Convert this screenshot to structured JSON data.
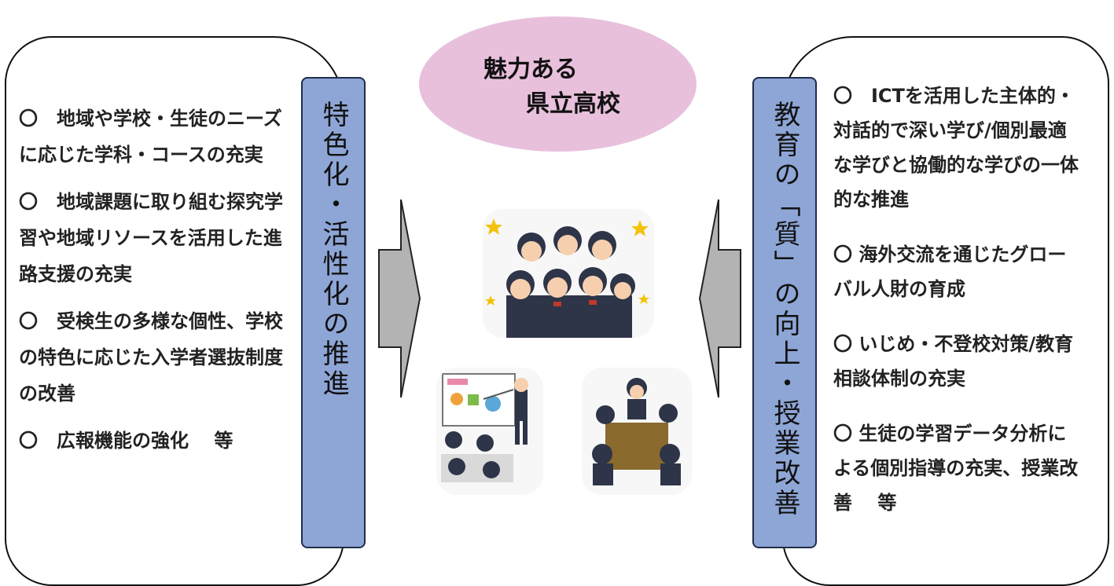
{
  "center": {
    "title_line1": "魅力ある",
    "title_line2": "県立高校"
  },
  "left": {
    "bar_label": "特色化・活性化の推進",
    "items": [
      "〇　地域や学校・生徒のニーズに応じた学科・コースの充実",
      "〇　地域課題に取り組む探究学習や地域リソースを活用した進路支援の充実",
      "〇　受検生の多様な個性、学校の特色に応じた入学者選抜制度の改善",
      "〇　広報機能の強化　 等"
    ]
  },
  "right": {
    "bar_label": "教育の「質」の向上・授業改善",
    "items": [
      "〇　ICTを活用した主体的・対話的で深い学び/個別最適な学びと協働的な学びの一体的な推進",
      "〇 海外交流を通じたグローバル人財の育成",
      "〇 いじめ・不登校対策/教育相談体制の充実",
      "〇 生徒の学習データ分析による個別指導の充実、授業改善　 等"
    ]
  },
  "colors": {
    "bar_fill": "#8ea6d6",
    "ellipse_fill": "#e8c0dc",
    "arrow_fill": "#b3b3b3"
  },
  "illustrations": [
    "cheering-students-illustration",
    "classroom-presentation-illustration",
    "group-discussion-illustration"
  ]
}
